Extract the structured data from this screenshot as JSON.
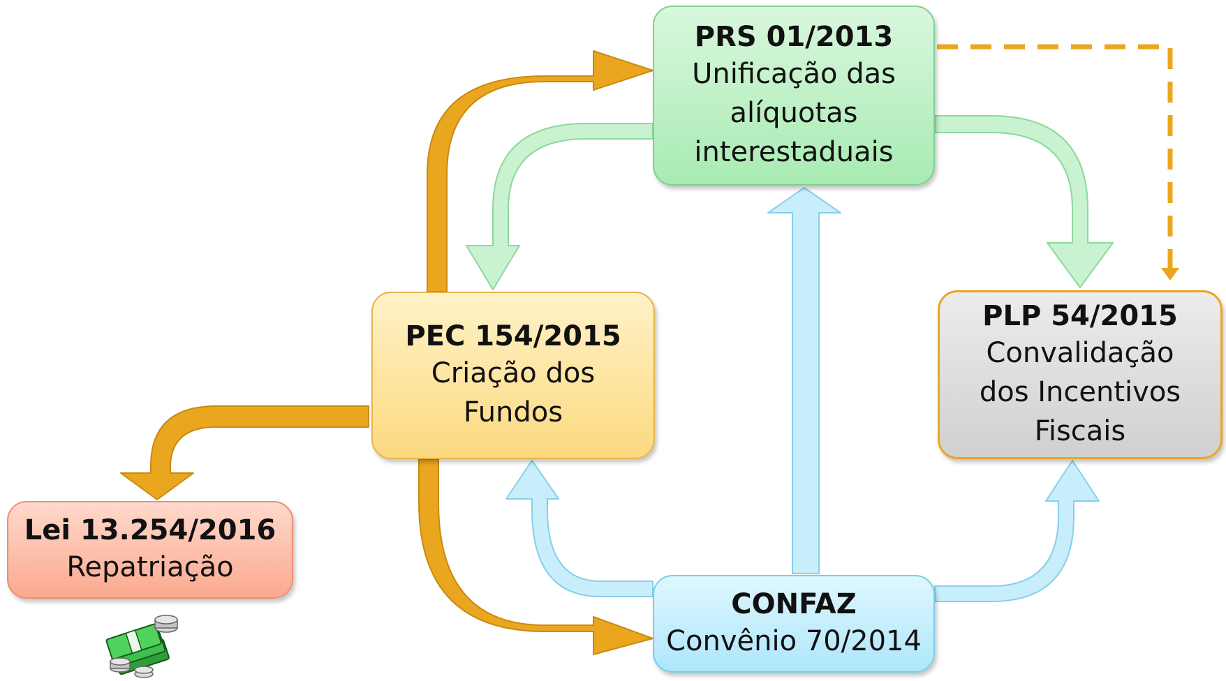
{
  "nodes": {
    "prs": {
      "title": "PRS 01/2013",
      "lines": [
        "Unificação das",
        "alíquotas",
        "interestaduais"
      ]
    },
    "pec": {
      "title": "PEC 154/2015",
      "lines": [
        "Criação dos",
        "Fundos"
      ]
    },
    "plp": {
      "title": "PLP 54/2015",
      "lines": [
        "Convalidação",
        "dos Incentivos",
        "Fiscais"
      ]
    },
    "confaz": {
      "title": "CONFAZ",
      "lines": [
        "Convênio 70/2014"
      ]
    },
    "lei": {
      "title": "Lei 13.254/2016",
      "lines": [
        "Repatriação"
      ]
    }
  },
  "connections": [
    {
      "from": "PEC 154/2015",
      "to": "PRS 01/2013",
      "style": "orange-solid"
    },
    {
      "from": "PEC 154/2015",
      "to": "CONFAZ",
      "style": "orange-solid"
    },
    {
      "from": "PEC 154/2015",
      "to": "Lei 13.254/2016",
      "style": "orange-solid"
    },
    {
      "from": "PRS 01/2013",
      "to": "PEC 154/2015",
      "style": "green-outline"
    },
    {
      "from": "PRS 01/2013",
      "to": "PLP 54/2015",
      "style": "green-outline"
    },
    {
      "from": "PRS 01/2013",
      "to": "PLP 54/2015",
      "style": "orange-dashed"
    },
    {
      "from": "CONFAZ",
      "to": "PRS 01/2013",
      "style": "blue-outline"
    },
    {
      "from": "CONFAZ",
      "to": "PEC 154/2015",
      "style": "blue-outline"
    },
    {
      "from": "CONFAZ",
      "to": "PLP 54/2015",
      "style": "blue-outline"
    }
  ],
  "icons": {
    "money": "money-stack-icon"
  },
  "colors": {
    "orange": "#eaa61e",
    "green": "#c8f2d0",
    "blue": "#c9eefb",
    "prs_fill": "#b8efc2",
    "pec_fill": "#fde39a",
    "plp_fill": "#d8d8d8",
    "confaz_fill": "#bfeafc",
    "lei_fill": "#fcb9a3"
  }
}
